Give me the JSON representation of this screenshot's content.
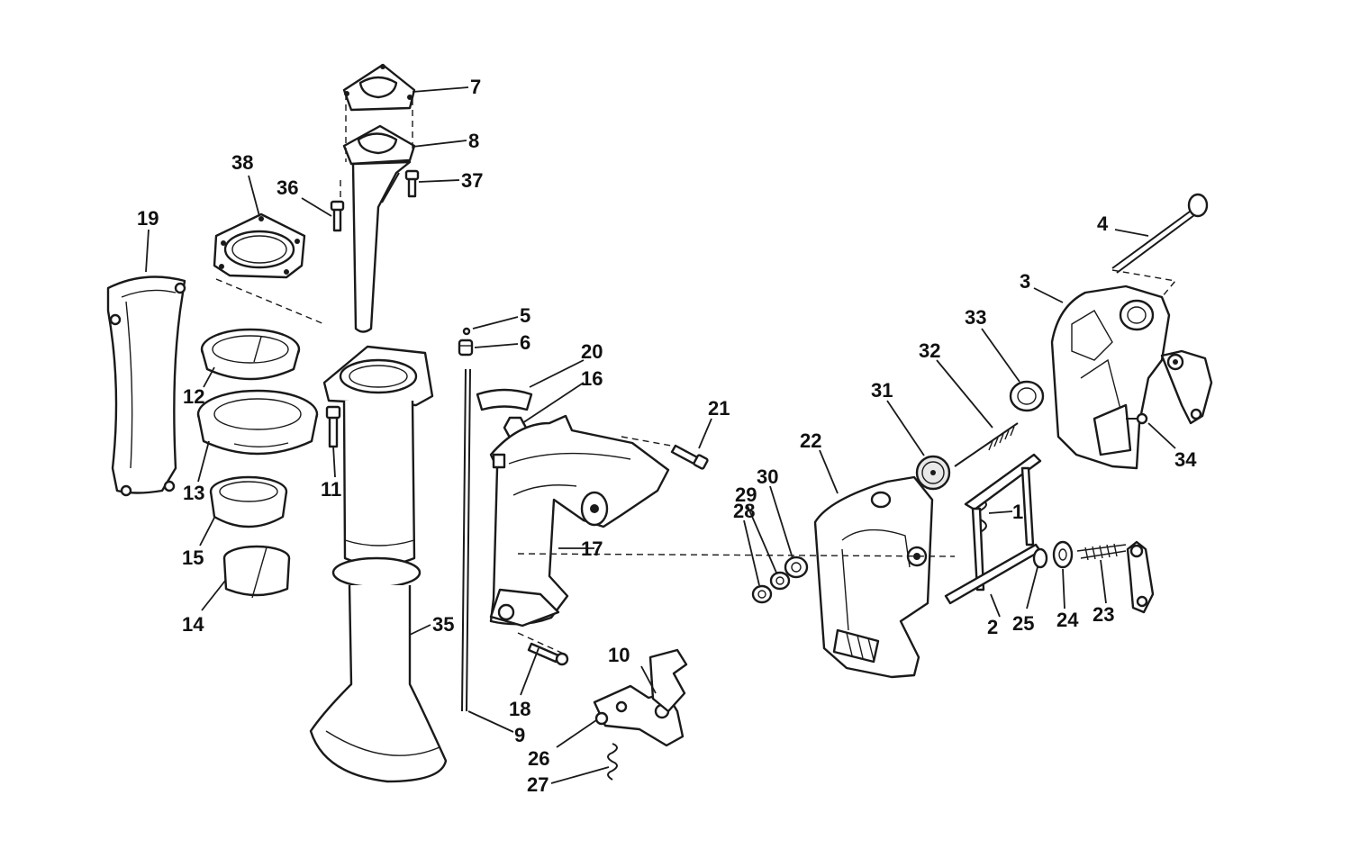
{
  "callouts": [
    {
      "id": "c1",
      "text": "1"
    },
    {
      "id": "c2",
      "text": "2"
    },
    {
      "id": "c3",
      "text": "3"
    },
    {
      "id": "c4",
      "text": "4"
    },
    {
      "id": "c5",
      "text": "5"
    },
    {
      "id": "c6",
      "text": "6"
    },
    {
      "id": "c7",
      "text": "7"
    },
    {
      "id": "c8",
      "text": "8"
    },
    {
      "id": "c9",
      "text": "9"
    },
    {
      "id": "c10",
      "text": "10"
    },
    {
      "id": "c11",
      "text": "11"
    },
    {
      "id": "c12",
      "text": "12"
    },
    {
      "id": "c13",
      "text": "13"
    },
    {
      "id": "c14",
      "text": "14"
    },
    {
      "id": "c15",
      "text": "15"
    },
    {
      "id": "c16",
      "text": "16"
    },
    {
      "id": "c17",
      "text": "17"
    },
    {
      "id": "c18",
      "text": "18"
    },
    {
      "id": "c19",
      "text": "19"
    },
    {
      "id": "c20",
      "text": "20"
    },
    {
      "id": "c21",
      "text": "21"
    },
    {
      "id": "c22",
      "text": "22"
    },
    {
      "id": "c23",
      "text": "23"
    },
    {
      "id": "c24",
      "text": "24"
    },
    {
      "id": "c25",
      "text": "25"
    },
    {
      "id": "c26",
      "text": "26"
    },
    {
      "id": "c27",
      "text": "27"
    },
    {
      "id": "c28",
      "text": "28"
    },
    {
      "id": "c29",
      "text": "29"
    },
    {
      "id": "c30",
      "text": "30"
    },
    {
      "id": "c31",
      "text": "31"
    },
    {
      "id": "c32",
      "text": "32"
    },
    {
      "id": "c33",
      "text": "33"
    },
    {
      "id": "c34",
      "text": "34"
    },
    {
      "id": "c35",
      "text": "35"
    },
    {
      "id": "c36",
      "text": "36"
    },
    {
      "id": "c37",
      "text": "37"
    },
    {
      "id": "c38",
      "text": "38"
    }
  ],
  "colors": {
    "ink": "#1a1a1a",
    "paper": "#ffffff",
    "shade": "#e8e8e8"
  }
}
